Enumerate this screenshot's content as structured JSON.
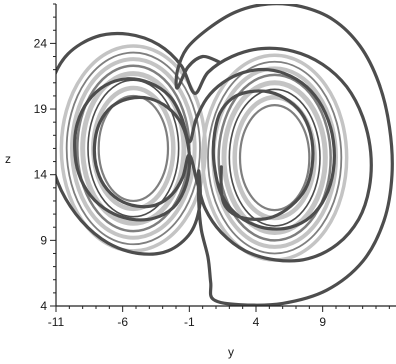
{
  "chart_data": {
    "type": "line",
    "title": "",
    "xlabel": "y",
    "ylabel": "z",
    "xlim": [
      -11,
      14.5
    ],
    "ylim": [
      4,
      27
    ],
    "xticks": [
      -11,
      -6,
      -1,
      4,
      9
    ],
    "xtick_labels": [
      "-11",
      "-6",
      "-1",
      "4",
      "9"
    ],
    "yticks": [
      4,
      9,
      14,
      19,
      24
    ],
    "ytick_labels": [
      "4",
      "9",
      "14",
      "19",
      "24"
    ],
    "grid": false,
    "legend": "none",
    "colors": {
      "dark_trajectory": "#4d4d4d",
      "medium_bands": "#7f7f7f",
      "light_bands": "#c4c4c4",
      "axis": "#222222"
    },
    "series": [
      {
        "values": [
          [
            1.4,
            14.6
          ],
          [
            1.4,
            12.7
          ],
          [
            1.7,
            11.6
          ],
          [
            2.5,
            10.9
          ],
          [
            3.8,
            10.6
          ],
          [
            5.3,
            10.8
          ],
          [
            6.6,
            11.6
          ],
          [
            7.7,
            12.9
          ],
          [
            8.2,
            14.6
          ],
          [
            8.2,
            16.6
          ],
          [
            7.6,
            18.4
          ],
          [
            6.5,
            19.6
          ],
          [
            5.0,
            20.3
          ],
          [
            3.4,
            20.3
          ],
          [
            2.2,
            19.8
          ],
          [
            1.3,
            18.7
          ],
          [
            0.9,
            17.2
          ],
          [
            0.8,
            15.6
          ],
          [
            1.0,
            13.9
          ],
          [
            1.4,
            12.5
          ],
          [
            2.2,
            11.3
          ],
          [
            3.4,
            10.4
          ],
          [
            4.9,
            9.9
          ],
          [
            6.6,
            10.0
          ],
          [
            8.1,
            10.8
          ],
          [
            9.2,
            12.3
          ],
          [
            9.8,
            14.3
          ],
          [
            9.8,
            16.6
          ],
          [
            9.2,
            18.7
          ],
          [
            8.1,
            20.4
          ],
          [
            6.6,
            21.5
          ],
          [
            4.9,
            22.0
          ],
          [
            3.1,
            21.8
          ],
          [
            1.5,
            21.0
          ],
          [
            0.3,
            19.8
          ],
          [
            -0.5,
            18.2
          ],
          [
            -1.0,
            16.5
          ],
          [
            -1.6,
            18.4
          ],
          [
            -2.5,
            20.0
          ],
          [
            -4.0,
            21.0
          ],
          [
            -5.7,
            21.3
          ],
          [
            -7.3,
            20.8
          ],
          [
            -8.6,
            19.6
          ],
          [
            -9.4,
            17.9
          ],
          [
            -9.6,
            16.0
          ],
          [
            -9.3,
            14.1
          ],
          [
            -8.4,
            12.4
          ],
          [
            -7.0,
            11.2
          ],
          [
            -5.3,
            10.6
          ],
          [
            -3.6,
            10.7
          ],
          [
            -2.2,
            11.5
          ],
          [
            -1.4,
            12.8
          ],
          [
            -1.0,
            14.5
          ],
          [
            -1.1,
            16.3
          ],
          [
            -1.6,
            17.9
          ],
          [
            -2.6,
            19.1
          ],
          [
            -4.0,
            19.8
          ],
          [
            -5.5,
            19.8
          ],
          [
            -6.8,
            19.2
          ],
          [
            -7.7,
            18.0
          ],
          [
            -8.1,
            16.4
          ],
          [
            -8.0,
            14.7
          ],
          [
            -7.4,
            13.2
          ],
          [
            -6.3,
            12.1
          ],
          [
            -4.9,
            11.6
          ],
          [
            -3.5,
            11.7
          ],
          [
            -2.3,
            12.5
          ],
          [
            -1.5,
            13.8
          ],
          [
            -1.0,
            15.5
          ],
          [
            -0.4,
            13.4
          ],
          [
            0.2,
            11.4
          ],
          [
            1.4,
            9.6
          ],
          [
            3.2,
            8.2
          ],
          [
            5.5,
            7.5
          ],
          [
            7.9,
            7.6
          ],
          [
            10.1,
            8.7
          ],
          [
            11.7,
            10.6
          ],
          [
            12.5,
            13.0
          ],
          [
            12.6,
            15.7
          ],
          [
            12.0,
            18.4
          ],
          [
            10.8,
            20.7
          ],
          [
            9.0,
            22.4
          ],
          [
            6.8,
            23.4
          ],
          [
            4.4,
            23.6
          ],
          [
            2.2,
            23.0
          ],
          [
            0.4,
            21.8
          ],
          [
            -0.6,
            20.2
          ],
          [
            -1.6,
            22.3
          ],
          [
            -3.3,
            23.9
          ],
          [
            -5.6,
            24.7
          ],
          [
            -8.0,
            24.5
          ],
          [
            -10.1,
            23.2
          ],
          [
            -11.3,
            21.1
          ],
          [
            -11.7,
            18.5
          ],
          [
            -11.5,
            15.6
          ],
          [
            -10.6,
            12.8
          ],
          [
            -9.1,
            10.5
          ],
          [
            -7.1,
            8.8
          ],
          [
            -4.8,
            8.0
          ],
          [
            -2.6,
            8.2
          ],
          [
            -0.9,
            9.6
          ],
          [
            -0.2,
            11.8
          ],
          [
            -0.3,
            14.3
          ],
          [
            -0.3,
            12.0
          ],
          [
            -0.1,
            9.8
          ],
          [
            0.4,
            7.7
          ],
          [
            0.6,
            5.8
          ],
          [
            0.8,
            4.5
          ],
          [
            2.8,
            4.1
          ],
          [
            6.0,
            4.2
          ],
          [
            9.3,
            5.2
          ],
          [
            12.0,
            7.4
          ],
          [
            13.6,
            10.5
          ],
          [
            14.2,
            14.0
          ],
          [
            14.0,
            17.7
          ],
          [
            13.2,
            21.0
          ],
          [
            11.8,
            23.8
          ],
          [
            9.8,
            25.8
          ],
          [
            7.4,
            26.8
          ],
          [
            4.9,
            27.0
          ],
          [
            2.5,
            26.4
          ],
          [
            0.4,
            25.1
          ],
          [
            -1.2,
            23.6
          ],
          [
            -1.9,
            21.9
          ],
          [
            -1.9,
            20.6
          ],
          [
            -1.1,
            22.2
          ],
          [
            0.0,
            23.0
          ],
          [
            1.2,
            22.6
          ]
        ]
      }
    ]
  }
}
